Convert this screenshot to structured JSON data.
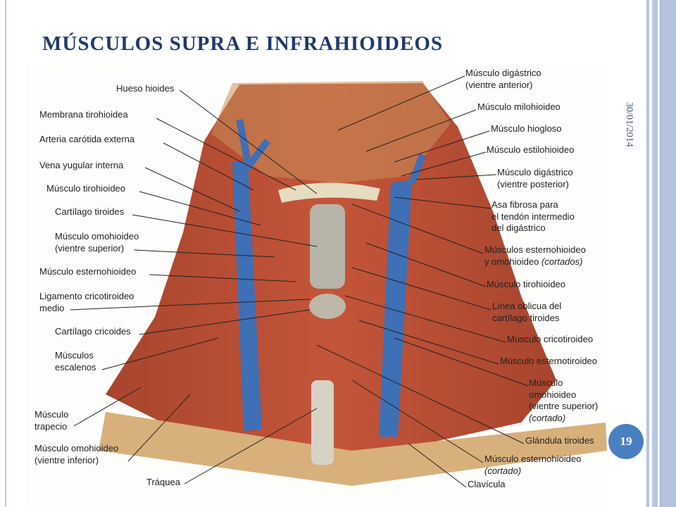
{
  "slide": {
    "title": "MÚSCULOS SUPRA E INFRAHIOIDEOS",
    "date": "30/01/2014",
    "page_number": "19"
  },
  "figure": {
    "left_labels": [
      {
        "lines": [
          "Hueso hioides"
        ]
      },
      {
        "lines": [
          "Membrana tirohioidea"
        ]
      },
      {
        "lines": [
          "Arteria carótida externa"
        ]
      },
      {
        "lines": [
          "Vena yugular interna"
        ]
      },
      {
        "lines": [
          "Músculo tirohioideo"
        ]
      },
      {
        "lines": [
          "Cartílago tiroides"
        ]
      },
      {
        "lines": [
          "Músculo omohioideo",
          "(vientre superior)"
        ]
      },
      {
        "lines": [
          "Músculo esternohioideo"
        ]
      },
      {
        "lines": [
          "Ligamento cricotiroideo",
          "medio"
        ]
      },
      {
        "lines": [
          "Cartílago cricoides"
        ]
      },
      {
        "lines": [
          "Músculos",
          "escalenos"
        ]
      },
      {
        "lines": [
          "Músculo",
          "trapecio"
        ]
      },
      {
        "lines": [
          "Músculo omohioideo",
          "(vientre inferior)"
        ]
      },
      {
        "lines": [
          "Tráquea"
        ]
      }
    ],
    "right_labels": [
      {
        "lines": [
          "Músculo digástrico",
          "(vientre anterior)"
        ]
      },
      {
        "lines": [
          "Músculo milohioideo"
        ]
      },
      {
        "lines": [
          "Músculo hiogloso"
        ]
      },
      {
        "lines": [
          "Músculo estilohioideo"
        ]
      },
      {
        "lines": [
          "Músculo digástrico",
          "(vientre posterior)"
        ]
      },
      {
        "lines": [
          "Asa fibrosa para",
          "el tendón intermedio",
          "del digástrico"
        ]
      },
      {
        "lines": [
          "Músculos esternohioideo",
          "y omohioideo",
          "(cortados)"
        ]
      },
      {
        "lines": [
          "Músculo tirohioideo"
        ]
      },
      {
        "lines": [
          "Línea oblicua del",
          "cartílago tiroides"
        ]
      },
      {
        "lines": [
          "Músculo cricotiroideo"
        ]
      },
      {
        "lines": [
          "Músculo esternotiroideo"
        ]
      },
      {
        "lines": [
          "Músculo",
          "omohioideo",
          "(vientre superior)",
          "(cortado)"
        ]
      },
      {
        "lines": [
          "Glándula tiroides"
        ]
      },
      {
        "lines": [
          "Músculo esternohioideo",
          "(cortado)"
        ]
      },
      {
        "lines": [
          "Clavícula"
        ]
      }
    ]
  },
  "colors": {
    "title": "#1f3a6b",
    "muscle": "#b4442c",
    "vein": "#3f6fb5",
    "badge": "#4a7fc1"
  }
}
